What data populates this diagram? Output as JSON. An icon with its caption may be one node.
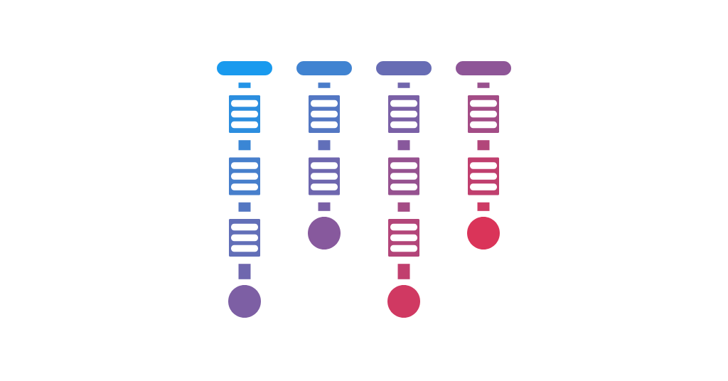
{
  "diagram": {
    "nodes": [
      {
        "text": [],
        "shape": "bar"
      },
      {
        "text": [],
        "shape": "box"
      },
      {
        "text": [],
        "shape": "box"
      },
      {
        "text": [],
        "shape": "box"
      },
      {
        "text": [],
        "shape": "circle"
      },
      {
        "text": [],
        "shape": "bar"
      },
      {
        "text": [],
        "shape": "box"
      },
      {
        "text": [],
        "shape": "box"
      },
      {
        "text": [],
        "shape": "circle"
      },
      {
        "text": [],
        "shape": "bar"
      },
      {
        "text": [],
        "shape": "box"
      },
      {
        "text": [],
        "shape": "box"
      },
      {
        "text": [],
        "shape": "box"
      },
      {
        "text": [],
        "shape": "circle"
      },
      {
        "text": [],
        "shape": "bar"
      },
      {
        "text": [],
        "shape": "box"
      },
      {
        "text": [],
        "shape": "box"
      },
      {
        "text": [],
        "shape": "circle"
      }
    ],
    "edges": [
      {
        "from": 0,
        "to": 1,
        "arrow": "none"
      },
      {
        "from": 1,
        "to": 2,
        "arrow": "none"
      },
      {
        "from": 2,
        "to": 3,
        "arrow": "none"
      },
      {
        "from": 3,
        "to": 4,
        "arrow": "none"
      },
      {
        "from": 5,
        "to": 6,
        "arrow": "none"
      },
      {
        "from": 6,
        "to": 7,
        "arrow": "none"
      },
      {
        "from": 7,
        "to": 8,
        "arrow": "none"
      },
      {
        "from": 9,
        "to": 10,
        "arrow": "none"
      },
      {
        "from": 10,
        "to": 11,
        "arrow": "none",
        "color": "#88589c"
      },
      {
        "from": 11,
        "to": 12,
        "arrow": "none",
        "color": "#a44c85"
      },
      {
        "from": 12,
        "to": 13,
        "arrow": "none",
        "color": "#c13f6e"
      },
      {
        "from": 14,
        "to": 15,
        "arrow": "none",
        "color": "#99518e"
      },
      {
        "from": 15,
        "to": 16,
        "arrow": "none",
        "color": "#b2467a"
      },
      {
        "from": 16,
        "to": 17,
        "arrow": "none",
        "color": "#cd3a64"
      }
    ]
  }
}
